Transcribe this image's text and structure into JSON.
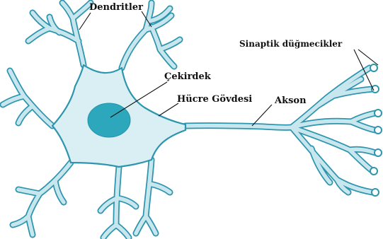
{
  "labels": {
    "dendrites": "Dendritler",
    "nucleus": "Çekirdek",
    "cell_body": "Hücre Gövdesi",
    "axon": "Akson",
    "synaptic_knobs": "Sinaptik düğmecikler"
  },
  "colors": {
    "membrane_outline": "#2d95ad",
    "cytoplasm_fill": "#d9eff4",
    "nucleus_fill": "#2ca7bb",
    "background": "#ffffff"
  }
}
